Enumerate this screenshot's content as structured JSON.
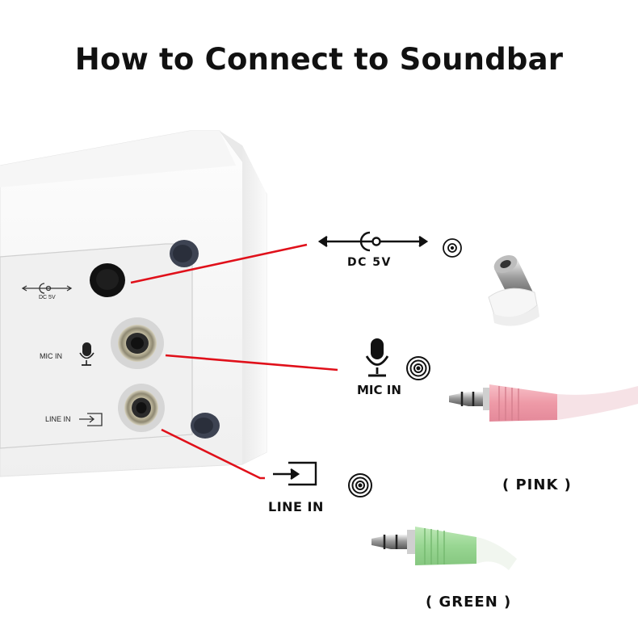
{
  "title": "How to Connect to Soundbar",
  "device_panel": {
    "dc_label": "DC 5V",
    "mic_label": "MIC IN",
    "line_label": "LINE IN"
  },
  "callouts": {
    "dc": {
      "label": "DC 5V",
      "icon": "dc-polarity-icon"
    },
    "mic": {
      "label": "MIC IN",
      "icon": "microphone-icon"
    },
    "line": {
      "label": "LINE IN",
      "icon": "line-in-arrow-icon"
    }
  },
  "plugs": {
    "pink": {
      "label": "( PINK )",
      "color": "#f2a9b4"
    },
    "green": {
      "label": "( GREEN )",
      "color": "#9fd89a"
    }
  },
  "colors": {
    "callout_line": "#e0101a",
    "panel": "#f1f1f1",
    "device_body": "#f8f8f8"
  }
}
